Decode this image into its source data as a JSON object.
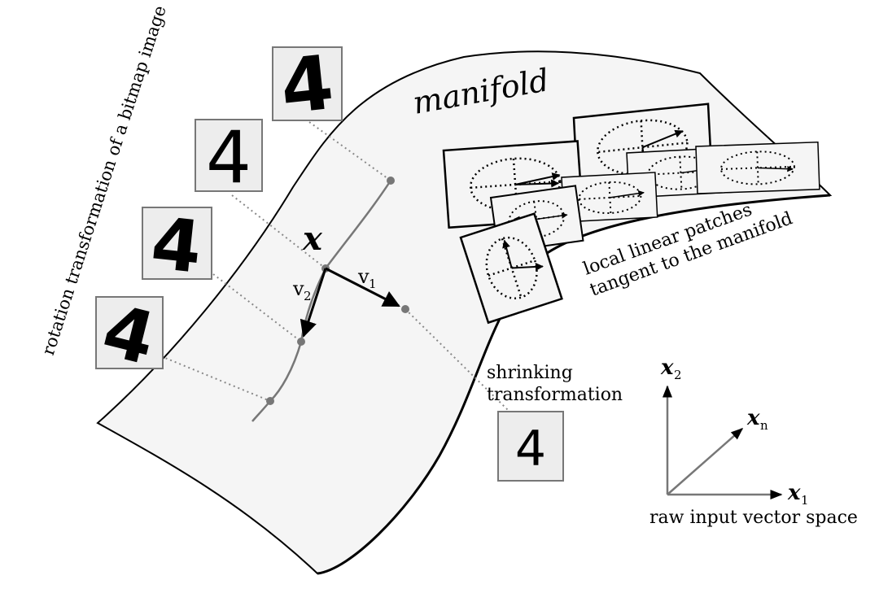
{
  "manifold_label": "manifold",
  "rotation_label": "rotation transformation of a bitmap image",
  "point_label": "x",
  "vector1": {
    "main": "v",
    "sub": "1"
  },
  "vector2": {
    "main": "v",
    "sub": "2"
  },
  "patches_label": {
    "line1": "local linear patches",
    "line2": "tangent to the manifold"
  },
  "shrinking_label": {
    "line1": "shrinking",
    "line2": "transformation"
  },
  "digits": [
    "4",
    "4",
    "4",
    "4",
    "4"
  ],
  "axes": {
    "x1": {
      "main": "x",
      "sub": "1"
    },
    "x2": {
      "main": "x",
      "sub": "2"
    },
    "xn": {
      "main": "x",
      "sub": "n"
    },
    "caption": "raw input vector space"
  }
}
